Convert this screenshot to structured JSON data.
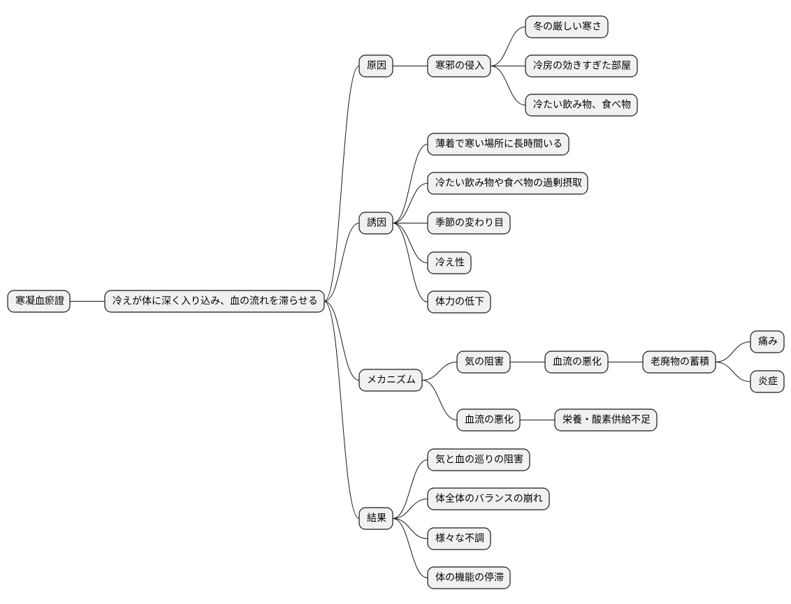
{
  "mindmap": {
    "root": {
      "label": "寒凝血瘀證",
      "children": [
        {
          "label": "冷えが体に深く入り込み、血の流れを滞らせる",
          "children": [
            {
              "label": "原因",
              "children": [
                {
                  "label": "寒邪の侵入",
                  "children": [
                    {
                      "label": "冬の厳しい寒さ"
                    },
                    {
                      "label": "冷房の効きすぎた部屋"
                    },
                    {
                      "label": "冷たい飲み物、食べ物"
                    }
                  ]
                }
              ]
            },
            {
              "label": "誘因",
              "children": [
                {
                  "label": "薄着で寒い場所に長時間いる"
                },
                {
                  "label": "冷たい飲み物や食べ物の過剰摂取"
                },
                {
                  "label": "季節の変わり目"
                },
                {
                  "label": "冷え性"
                },
                {
                  "label": "体力の低下"
                }
              ]
            },
            {
              "label": "メカニズム",
              "children": [
                {
                  "label": "気の阻害",
                  "children": [
                    {
                      "label": "血流の悪化",
                      "children": [
                        {
                          "label": "老廃物の蓄積",
                          "children": [
                            {
                              "label": "痛み"
                            },
                            {
                              "label": "炎症"
                            }
                          ]
                        }
                      ]
                    }
                  ]
                },
                {
                  "label": "血流の悪化",
                  "children": [
                    {
                      "label": "栄養・酸素供給不足"
                    }
                  ]
                }
              ]
            },
            {
              "label": "結果",
              "children": [
                {
                  "label": "気と血の巡りの阻害"
                },
                {
                  "label": "体全体のバランスの崩れ"
                },
                {
                  "label": "様々な不調"
                },
                {
                  "label": "体の機能の停滞"
                }
              ]
            }
          ]
        }
      ]
    }
  }
}
